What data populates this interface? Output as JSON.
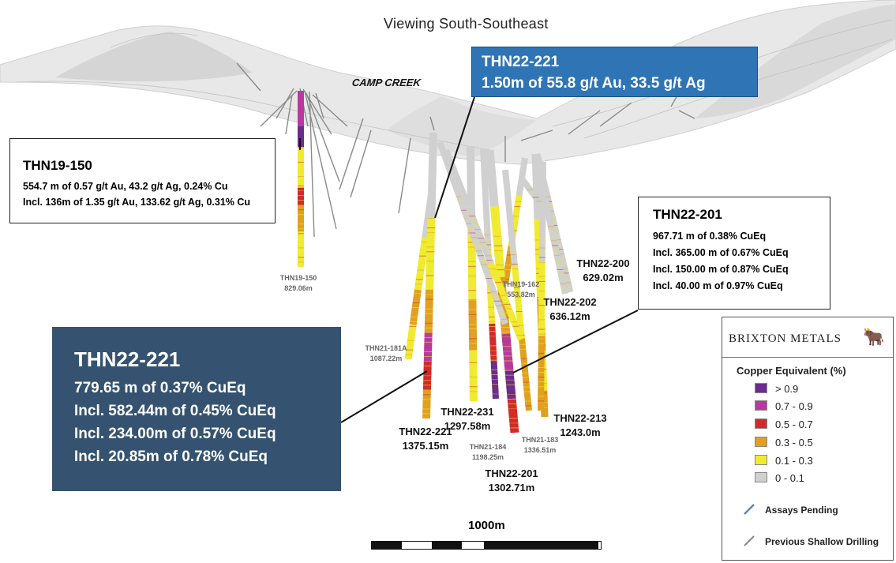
{
  "view": {
    "title": "Viewing South-Southeast",
    "location_label": "CAMP CREEK"
  },
  "callouts": {
    "thn19_150": {
      "title": "THN19-150",
      "lines": [
        "554.7 m of 0.57 g/t Au, 43.2 g/t Ag, 0.24% Cu",
        "Incl. 136m of 1.35 g/t Au, 133.62 g/t Ag, 0.31% Cu"
      ]
    },
    "thn22_221_top": {
      "title": "THN22-221",
      "lines": [
        "1.50m of 55.8 g/t Au, 33.5 g/t Ag"
      ],
      "bg": "#2f75b5"
    },
    "thn22_201": {
      "title": "THN22-201",
      "lines": [
        "967.71 m of 0.38% CuEq",
        "Incl. 365.00 m of 0.67% CuEq",
        "Incl. 150.00 m of 0.87% CuEq",
        "Incl. 40.00 m of 0.97% CuEq"
      ]
    },
    "thn22_221_bottom": {
      "title": "THN22-221",
      "lines": [
        "779.65 m of 0.37% CuEq",
        "Incl. 582.44m of 0.45% CuEq",
        "Incl. 234.00m of 0.57% CuEq",
        "Incl. 20.85m of 0.78% CuEq"
      ],
      "bg": "#355370"
    }
  },
  "hole_labels": {
    "thn19_150": {
      "name": "THN19-150",
      "depth": "829.06m"
    },
    "thn21_181a": {
      "name": "THN21-181A",
      "depth": "1087.22m"
    },
    "thn22_221": {
      "name": "THN22-221",
      "depth": "1375.15m"
    },
    "thn22_231": {
      "name": "THN22-231",
      "depth": "1297.58m"
    },
    "thn21_184": {
      "name": "THN21-184",
      "depth": "1198.25m"
    },
    "thn22_201": {
      "name": "THN22-201",
      "depth": "1302.71m"
    },
    "thn21_183": {
      "name": "THN21-183",
      "depth": "1336.51m"
    },
    "thn22_213": {
      "name": "THN22-213",
      "depth": "1243.0m"
    },
    "thn19_162": {
      "name": "THN19-162",
      "depth": "553.82m"
    },
    "thn22_202": {
      "name": "THN22-202",
      "depth": "636.12m"
    },
    "thn22_200": {
      "name": "THN22-200",
      "depth": "629.02m"
    }
  },
  "legend": {
    "brand": "BRIXTON METALS",
    "title": "Copper Equivalent (%)",
    "items": [
      {
        "label": "> 0.9",
        "color": "#6b2c8e"
      },
      {
        "label": "0.7 - 0.9",
        "color": "#b8399f"
      },
      {
        "label": "0.5 - 0.7",
        "color": "#d22a2a"
      },
      {
        "label": "0.3 - 0.5",
        "color": "#e0a020"
      },
      {
        "label": "0.1 - 0.3",
        "color": "#f0ea30"
      },
      {
        "label": "0 - 0.1",
        "color": "#d0d0d0"
      }
    ],
    "assays_pending": "Assays Pending",
    "assays_pending_color": "#5b87b8",
    "previous_drilling": "Previous Shallow Drilling",
    "previous_drilling_color": "#888888"
  },
  "scale_bar": {
    "label": "1000m"
  }
}
